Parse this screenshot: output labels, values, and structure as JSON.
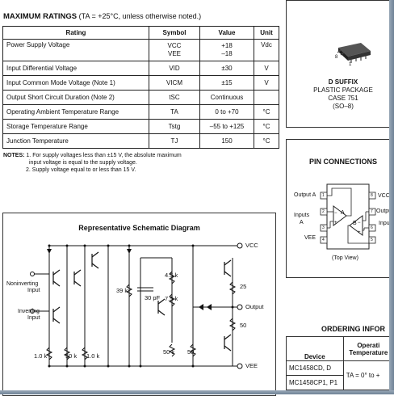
{
  "ratings": {
    "title": "MAXIMUM RATINGS",
    "condition": "(TA = +25°C, unless otherwise noted.)",
    "headers": [
      "Rating",
      "Symbol",
      "Value",
      "Unit"
    ],
    "rows": [
      {
        "rating": "Power Supply Voltage",
        "symbol": "VCC",
        "symbol2": "VEE",
        "value": "+18",
        "value2": "–18",
        "unit": "Vdc"
      },
      {
        "rating": "Input Differential Voltage",
        "symbol": "VID",
        "value": "±30",
        "unit": "V"
      },
      {
        "rating": "Input Common Mode Voltage (Note 1)",
        "symbol": "VICM",
        "value": "±15",
        "unit": "V"
      },
      {
        "rating": "Output Short Circuit Duration (Note 2)",
        "symbol": "tSC",
        "value": "Continuous",
        "unit": ""
      },
      {
        "rating": "Operating Ambient Temperature Range",
        "symbol": "TA",
        "value": "0 to +70",
        "unit": "°C"
      },
      {
        "rating": "Storage Temperature Range",
        "symbol": "Tstg",
        "value": "–55 to +125",
        "unit": "°C"
      },
      {
        "rating": "Junction Temperature",
        "symbol": "TJ",
        "value": "150",
        "unit": "°C"
      }
    ],
    "notes_label": "NOTES:",
    "note1a": "1. For supply voltages less than ±15 V, the absolute maximum",
    "note1b": "input voltage is equal to the supply voltage.",
    "note2": "2. Supply voltage equal to or less than 15 V."
  },
  "package": {
    "pin8": "8",
    "pin1": "1",
    "suffix": "D SUFFIX",
    "type": "PLASTIC PACKAGE",
    "case": "CASE 751",
    "so": "(SO–8)"
  },
  "pins": {
    "title": "PIN CONNECTIONS",
    "output_a": "Output A",
    "inputs_a": "Inputs",
    "inputs_a2": "A",
    "vee": "VEE",
    "vcc": "VCC",
    "output_b": "Outpu",
    "inputs_b": "Input",
    "label_a": "A",
    "label_b": "B",
    "top_view": "(Top View)",
    "numbers": [
      "1",
      "2",
      "3",
      "4",
      "8",
      "7",
      "6",
      "5"
    ]
  },
  "ordering": {
    "title": "ORDERING INFOR",
    "headers": [
      "Device",
      "Operati",
      "Temperature"
    ],
    "rows": [
      {
        "device": "MC1458CD, D",
        "temp": "TA = 0° to +"
      },
      {
        "device": "MC1458CP1, P1",
        "temp": ""
      }
    ]
  },
  "schematic": {
    "title": "Representative Schematic Diagram",
    "vcc": "VCC",
    "vee": "VEE",
    "output": "Output",
    "noninv1": "Noninverting",
    "noninv2": "Input",
    "inv1": "Inverting",
    "inv2": "Input",
    "r39k": "39 k",
    "c30p": "30 pF",
    "r45k": "4.5 k",
    "r75k": "7.5 k",
    "r25": "25",
    "r50": "50",
    "r1k_a": "1.0 k",
    "r50k_a": "50 k",
    "r1k_b": "1.0 k",
    "r50k_b": "50 k",
    "r50_b": "50"
  }
}
